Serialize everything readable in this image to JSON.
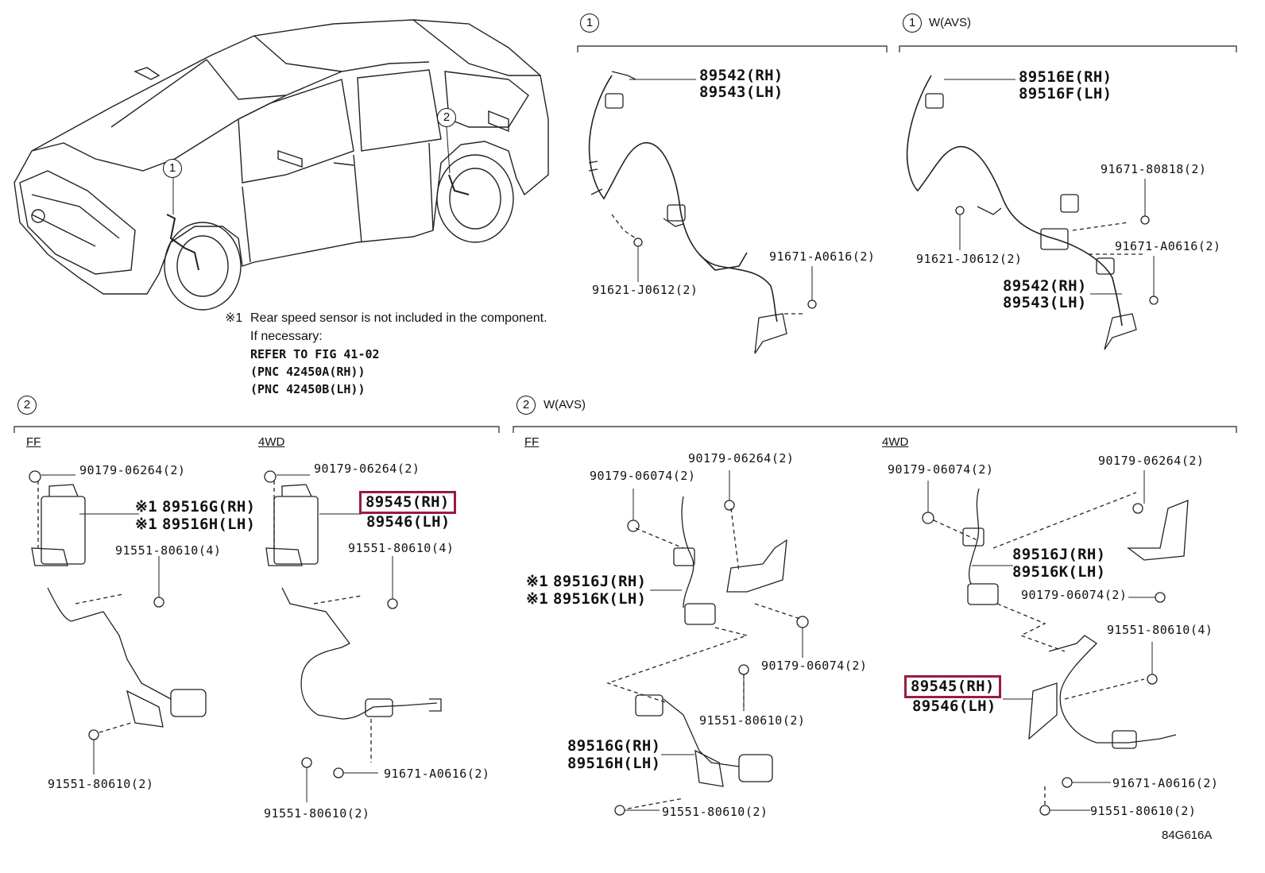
{
  "callouts": {
    "c1": "1",
    "c2": "2"
  },
  "section_suffix": "W(AVS)",
  "variants": {
    "ff": "FF",
    "awd": "4WD"
  },
  "note": {
    "mark": "※1",
    "line1": "Rear speed sensor is not included in the component.",
    "line2": "If necessary:",
    "line3": "REFER TO FIG 41-02",
    "line4": "(PNC 42450A(RH))",
    "line5": "(PNC 42450B(LH))"
  },
  "marker": "※1",
  "parts": {
    "p89542": "89542(RH)",
    "p89543": "89543(LH)",
    "p89516E": "89516E(RH)",
    "p89516F": "89516F(LH)",
    "p89516G": "89516G(RH)",
    "p89516H": "89516H(LH)",
    "p89516J": "89516J(RH)",
    "p89516K": "89516K(LH)",
    "p89545": "89545(RH)",
    "p89546": "89546(LH)",
    "b91621": "91621-J0612(2)",
    "b91671a2": "91671-A0616(2)",
    "b91671_808": "91671-80818(2)",
    "n90179_264": "90179-06264(2)",
    "n90179_074": "90179-06074(2)",
    "b91551_4": "91551-80610(4)",
    "b91551_2": "91551-80610(2)"
  },
  "figure_code": "84G616A",
  "highlight_color": "#9b1b3c"
}
